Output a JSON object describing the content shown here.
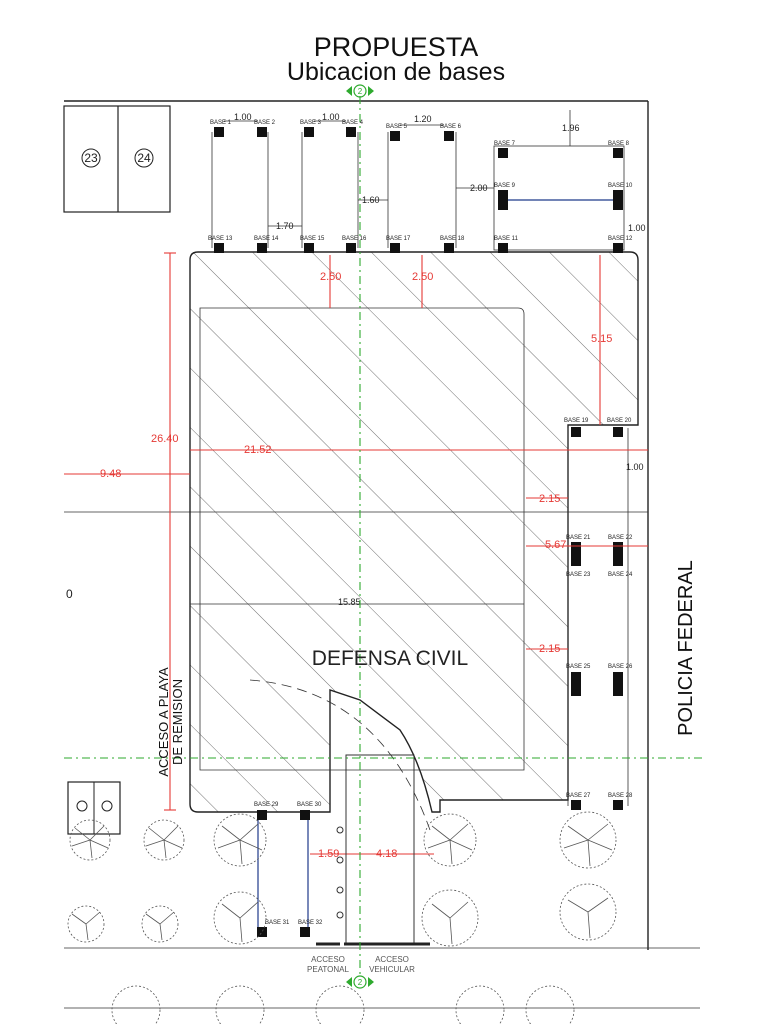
{
  "title": "PROPUESTA",
  "subtitle": "Ubicacion de bases",
  "building_label": "DEFENSA CIVIL",
  "street_label": "POLICIA FEDERAL",
  "side_label_1": "ACCESO A PLAYA",
  "side_label_2": "DE REMISION",
  "access_pedestrian_1": "ACCESO",
  "access_pedestrian_2": "PEATONAL",
  "access_vehicle_1": "ACCESO",
  "access_vehicle_2": "VEHICULAR",
  "axis_marker": "2",
  "lot_numbers": [
    "23",
    "24"
  ],
  "left_fragment": "0",
  "colors": {
    "dimension_red": "#e53935",
    "axis_green": "#2eaa2e",
    "beam_blue": "#1e3a8a",
    "ink": "#222222"
  },
  "dimensions_red": {
    "overall_height": "26.40",
    "overall_width": "21.52",
    "setback_left": "2.50",
    "setback_right": "2.50",
    "side_gap": "5.15",
    "offset_a": "2.15",
    "offset_b": "5.67",
    "offset_c": "2.15",
    "access_left": "1.59",
    "access_right": "4.18",
    "left_margin": "9.48"
  },
  "dimensions_black": {
    "top_1": "1.00",
    "top_2": "1.00",
    "top_3": "1.20",
    "top_4": "1.96",
    "gap_1": "1.70",
    "gap_2": "1.60",
    "gap_3": "2.00",
    "right_1": "1.00",
    "right_2": "1.00",
    "inner_width": "15.85"
  },
  "bases": [
    {
      "label": "BASE 1"
    },
    {
      "label": "BASE 2"
    },
    {
      "label": "BASE 3"
    },
    {
      "label": "BASE 4"
    },
    {
      "label": "BASE 5"
    },
    {
      "label": "BASE 6"
    },
    {
      "label": "BASE 7"
    },
    {
      "label": "BASE 8"
    },
    {
      "label": "BASE 9"
    },
    {
      "label": "BASE 10"
    },
    {
      "label": "BASE 11"
    },
    {
      "label": "BASE 12"
    },
    {
      "label": "BASE 13"
    },
    {
      "label": "BASE 14"
    },
    {
      "label": "BASE 15"
    },
    {
      "label": "BASE 16"
    },
    {
      "label": "BASE 17"
    },
    {
      "label": "BASE 18"
    },
    {
      "label": "BASE 19"
    },
    {
      "label": "BASE 20"
    },
    {
      "label": "BASE 21"
    },
    {
      "label": "BASE 22"
    },
    {
      "label": "BASE 23"
    },
    {
      "label": "BASE 24"
    },
    {
      "label": "BASE 25"
    },
    {
      "label": "BASE 26"
    },
    {
      "label": "BASE 27"
    },
    {
      "label": "BASE 28"
    },
    {
      "label": "BASE 29"
    },
    {
      "label": "BASE 30"
    },
    {
      "label": "BASE 31"
    },
    {
      "label": "BASE 32"
    }
  ]
}
